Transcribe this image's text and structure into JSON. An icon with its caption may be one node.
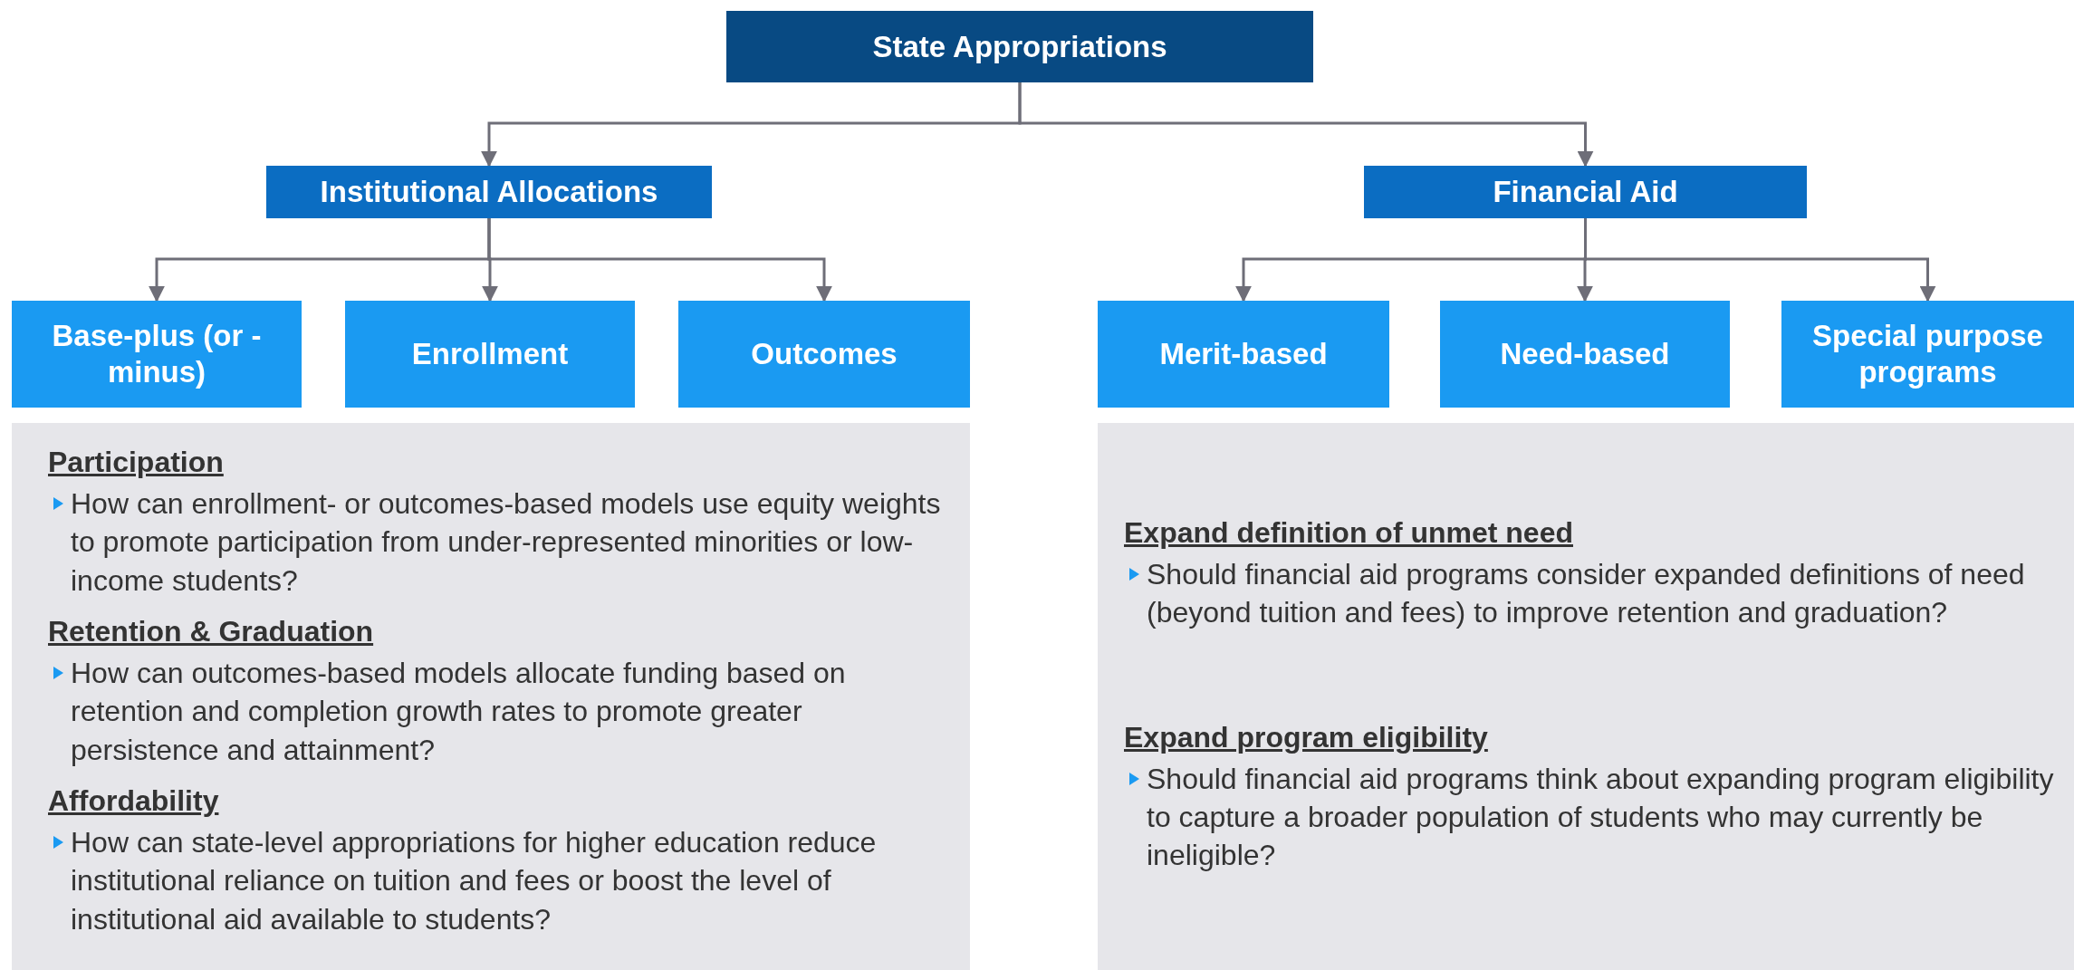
{
  "diagram": {
    "nodes": [
      {
        "text": [
          "State Appropriations"
        ]
      },
      {
        "text": [
          "Institutional Allocations"
        ]
      },
      {
        "text": [
          "Financial Aid"
        ]
      },
      {
        "text": [
          "Base-plus (or -minus)"
        ]
      },
      {
        "text": [
          "Enrollment"
        ]
      },
      {
        "text": [
          "Outcomes"
        ]
      },
      {
        "text": [
          "Merit-based"
        ]
      },
      {
        "text": [
          "Need-based"
        ]
      },
      {
        "text": [
          "Special purpose programs"
        ]
      },
      {
        "text": [
          "Participation",
          "How can enrollment- or outcomes-based models use equity weights to promote participation from under-represented minorities or low-income students?",
          "Retention & Graduation",
          "How can outcomes-based models allocate funding based on retention and completion growth rates to promote greater persistence and attainment?",
          "Affordability",
          "How can state-level appropriations for higher education reduce institutional reliance on tuition and fees or boost the level of institutional aid available to students?"
        ]
      },
      {
        "text": [
          "Expand definition of unmet need",
          "Should financial aid programs consider expanded definitions of need (beyond tuition and fees) to improve retention and graduation?",
          "Expand program eligibility",
          "Should financial aid programs think about expanding program eligibility to capture a broader population of students who may currently be ineligible?"
        ]
      }
    ],
    "edges": [
      {
        "from": 0,
        "to": 1,
        "arrow": "to"
      },
      {
        "from": 0,
        "to": 2,
        "arrow": "to"
      },
      {
        "from": 1,
        "to": 3,
        "arrow": "to"
      },
      {
        "from": 1,
        "to": 4,
        "arrow": "to"
      },
      {
        "from": 1,
        "to": 5,
        "arrow": "to"
      },
      {
        "from": 2,
        "to": 6,
        "arrow": "to"
      },
      {
        "from": 2,
        "to": 7,
        "arrow": "to"
      },
      {
        "from": 2,
        "to": 8,
        "arrow": "to"
      }
    ]
  }
}
